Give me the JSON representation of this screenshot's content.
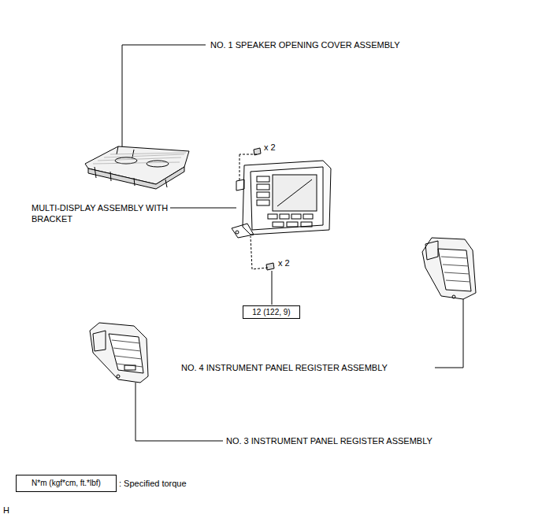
{
  "diagram": {
    "nodes": [
      {
        "text": [
          "12 (122, 9)"
        ]
      },
      {
        "text": [
          "N*m (kgf*cm, ft.*lbf)"
        ]
      }
    ],
    "labels": [
      "NO. 1 SPEAKER OPENING COVER ASSEMBLY",
      "x 2",
      "MULTI-DISPLAY ASSEMBLY WITH BRACKET",
      "x 2",
      "NO. 4 INSTRUMENT PANEL REGISTER ASSEMBLY",
      "NO. 3 INSTRUMENT PANEL REGISTER ASSEMBLY",
      "H"
    ],
    "legend": [
      {
        "text": ": Specified torque"
      }
    ]
  }
}
